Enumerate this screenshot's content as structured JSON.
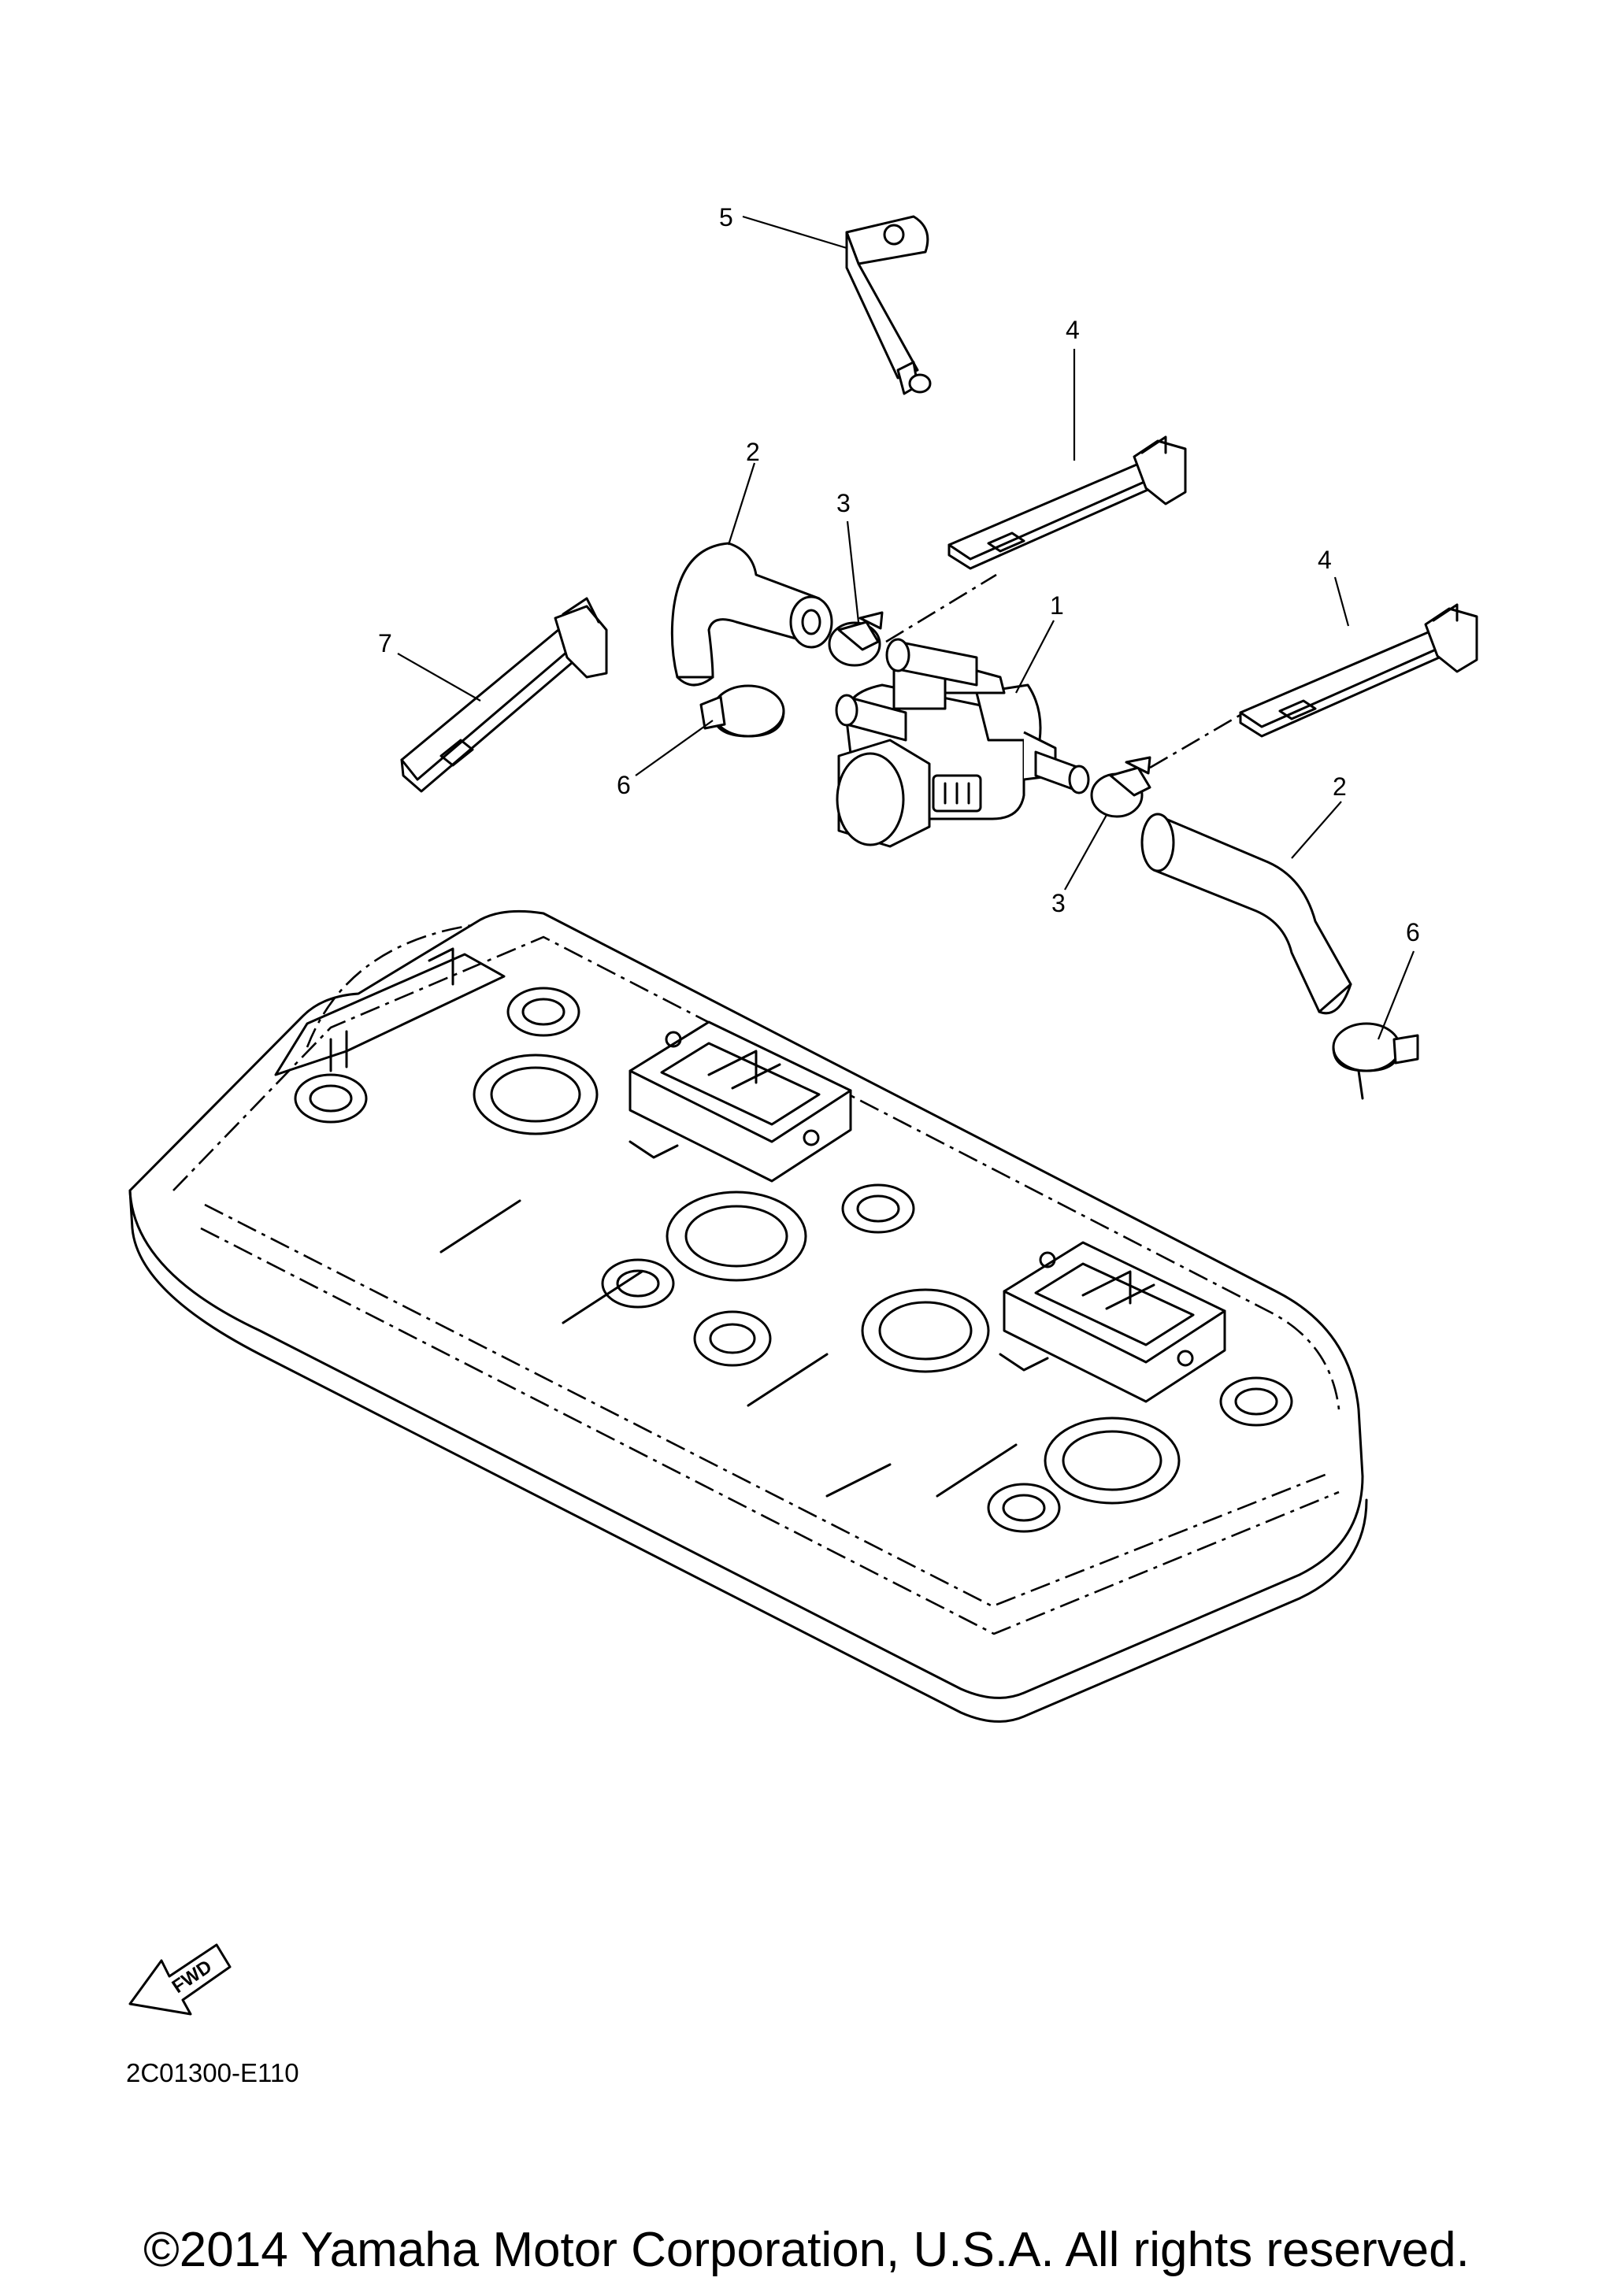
{
  "callouts": [
    {
      "id": "valve",
      "label": "1"
    },
    {
      "id": "hose-upper",
      "label": "2"
    },
    {
      "id": "hose-lower",
      "label": "2"
    },
    {
      "id": "clamp-upper",
      "label": "3"
    },
    {
      "id": "clamp-lower",
      "label": "3"
    },
    {
      "id": "band-upper",
      "label": "4"
    },
    {
      "id": "band-right",
      "label": "4"
    },
    {
      "id": "bracket",
      "label": "5"
    },
    {
      "id": "hose-clip-left",
      "label": "6"
    },
    {
      "id": "hose-clip-right",
      "label": "6"
    },
    {
      "id": "band-left",
      "label": "7"
    }
  ],
  "fwd_label": "FWD",
  "part_code": "2C01300-E110",
  "copyright": "©2014 Yamaha Motor Corporation, U.S.A. All rights reserved."
}
